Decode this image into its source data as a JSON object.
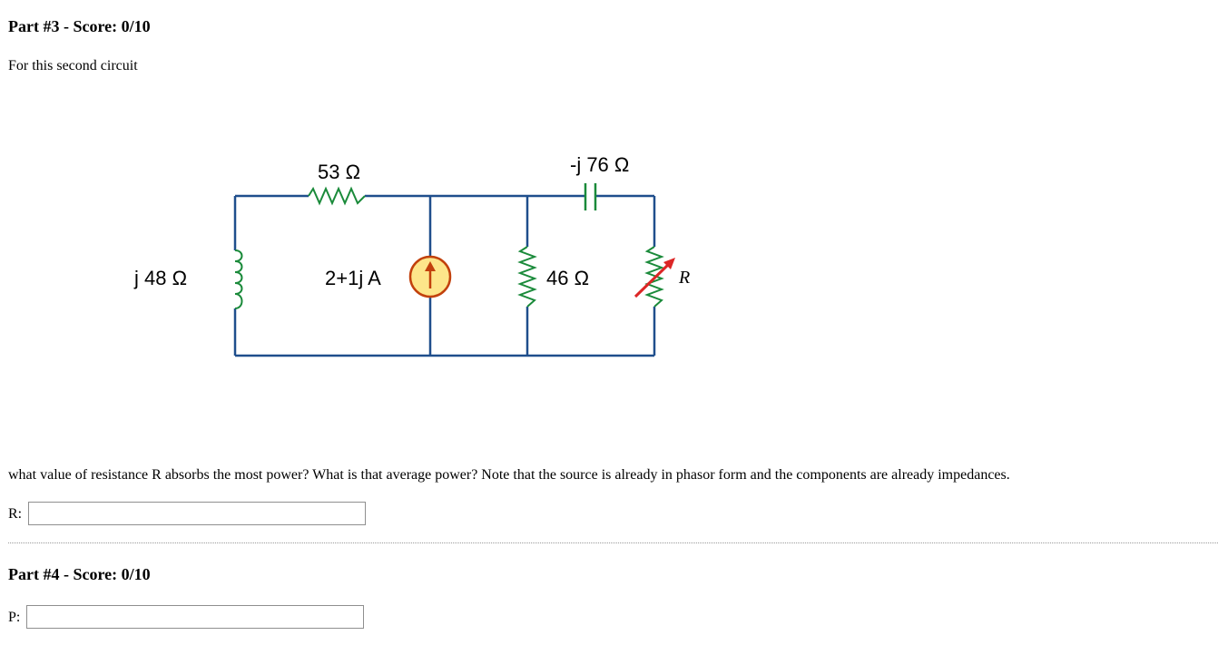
{
  "part3": {
    "title": "Part #3 - Score: 0/10",
    "intro": "For this second circuit",
    "question": "what value of resistance R absorbs the most power? What is that average power? Note that the source is already in phasor form and the components are already impedances.",
    "answer_label": "R:",
    "answer_value": ""
  },
  "circuit": {
    "resistor_top_label": "53 Ω",
    "capacitor_label": "-j 76 Ω",
    "inductor_label": "j 48 Ω",
    "source_label": "2+1j A",
    "resistor_mid_label": "46 Ω",
    "variable_resistor_label": "R",
    "colors": {
      "wire": "#1f4e8c",
      "component": "#1a8a3a",
      "source_fill": "#fde68a",
      "source_stroke": "#c2410c",
      "arrow": "#c2410c",
      "variable_arrow": "#dc2626"
    }
  },
  "part4": {
    "title": "Part #4 - Score: 0/10",
    "answer_label": "P:",
    "answer_value": ""
  }
}
